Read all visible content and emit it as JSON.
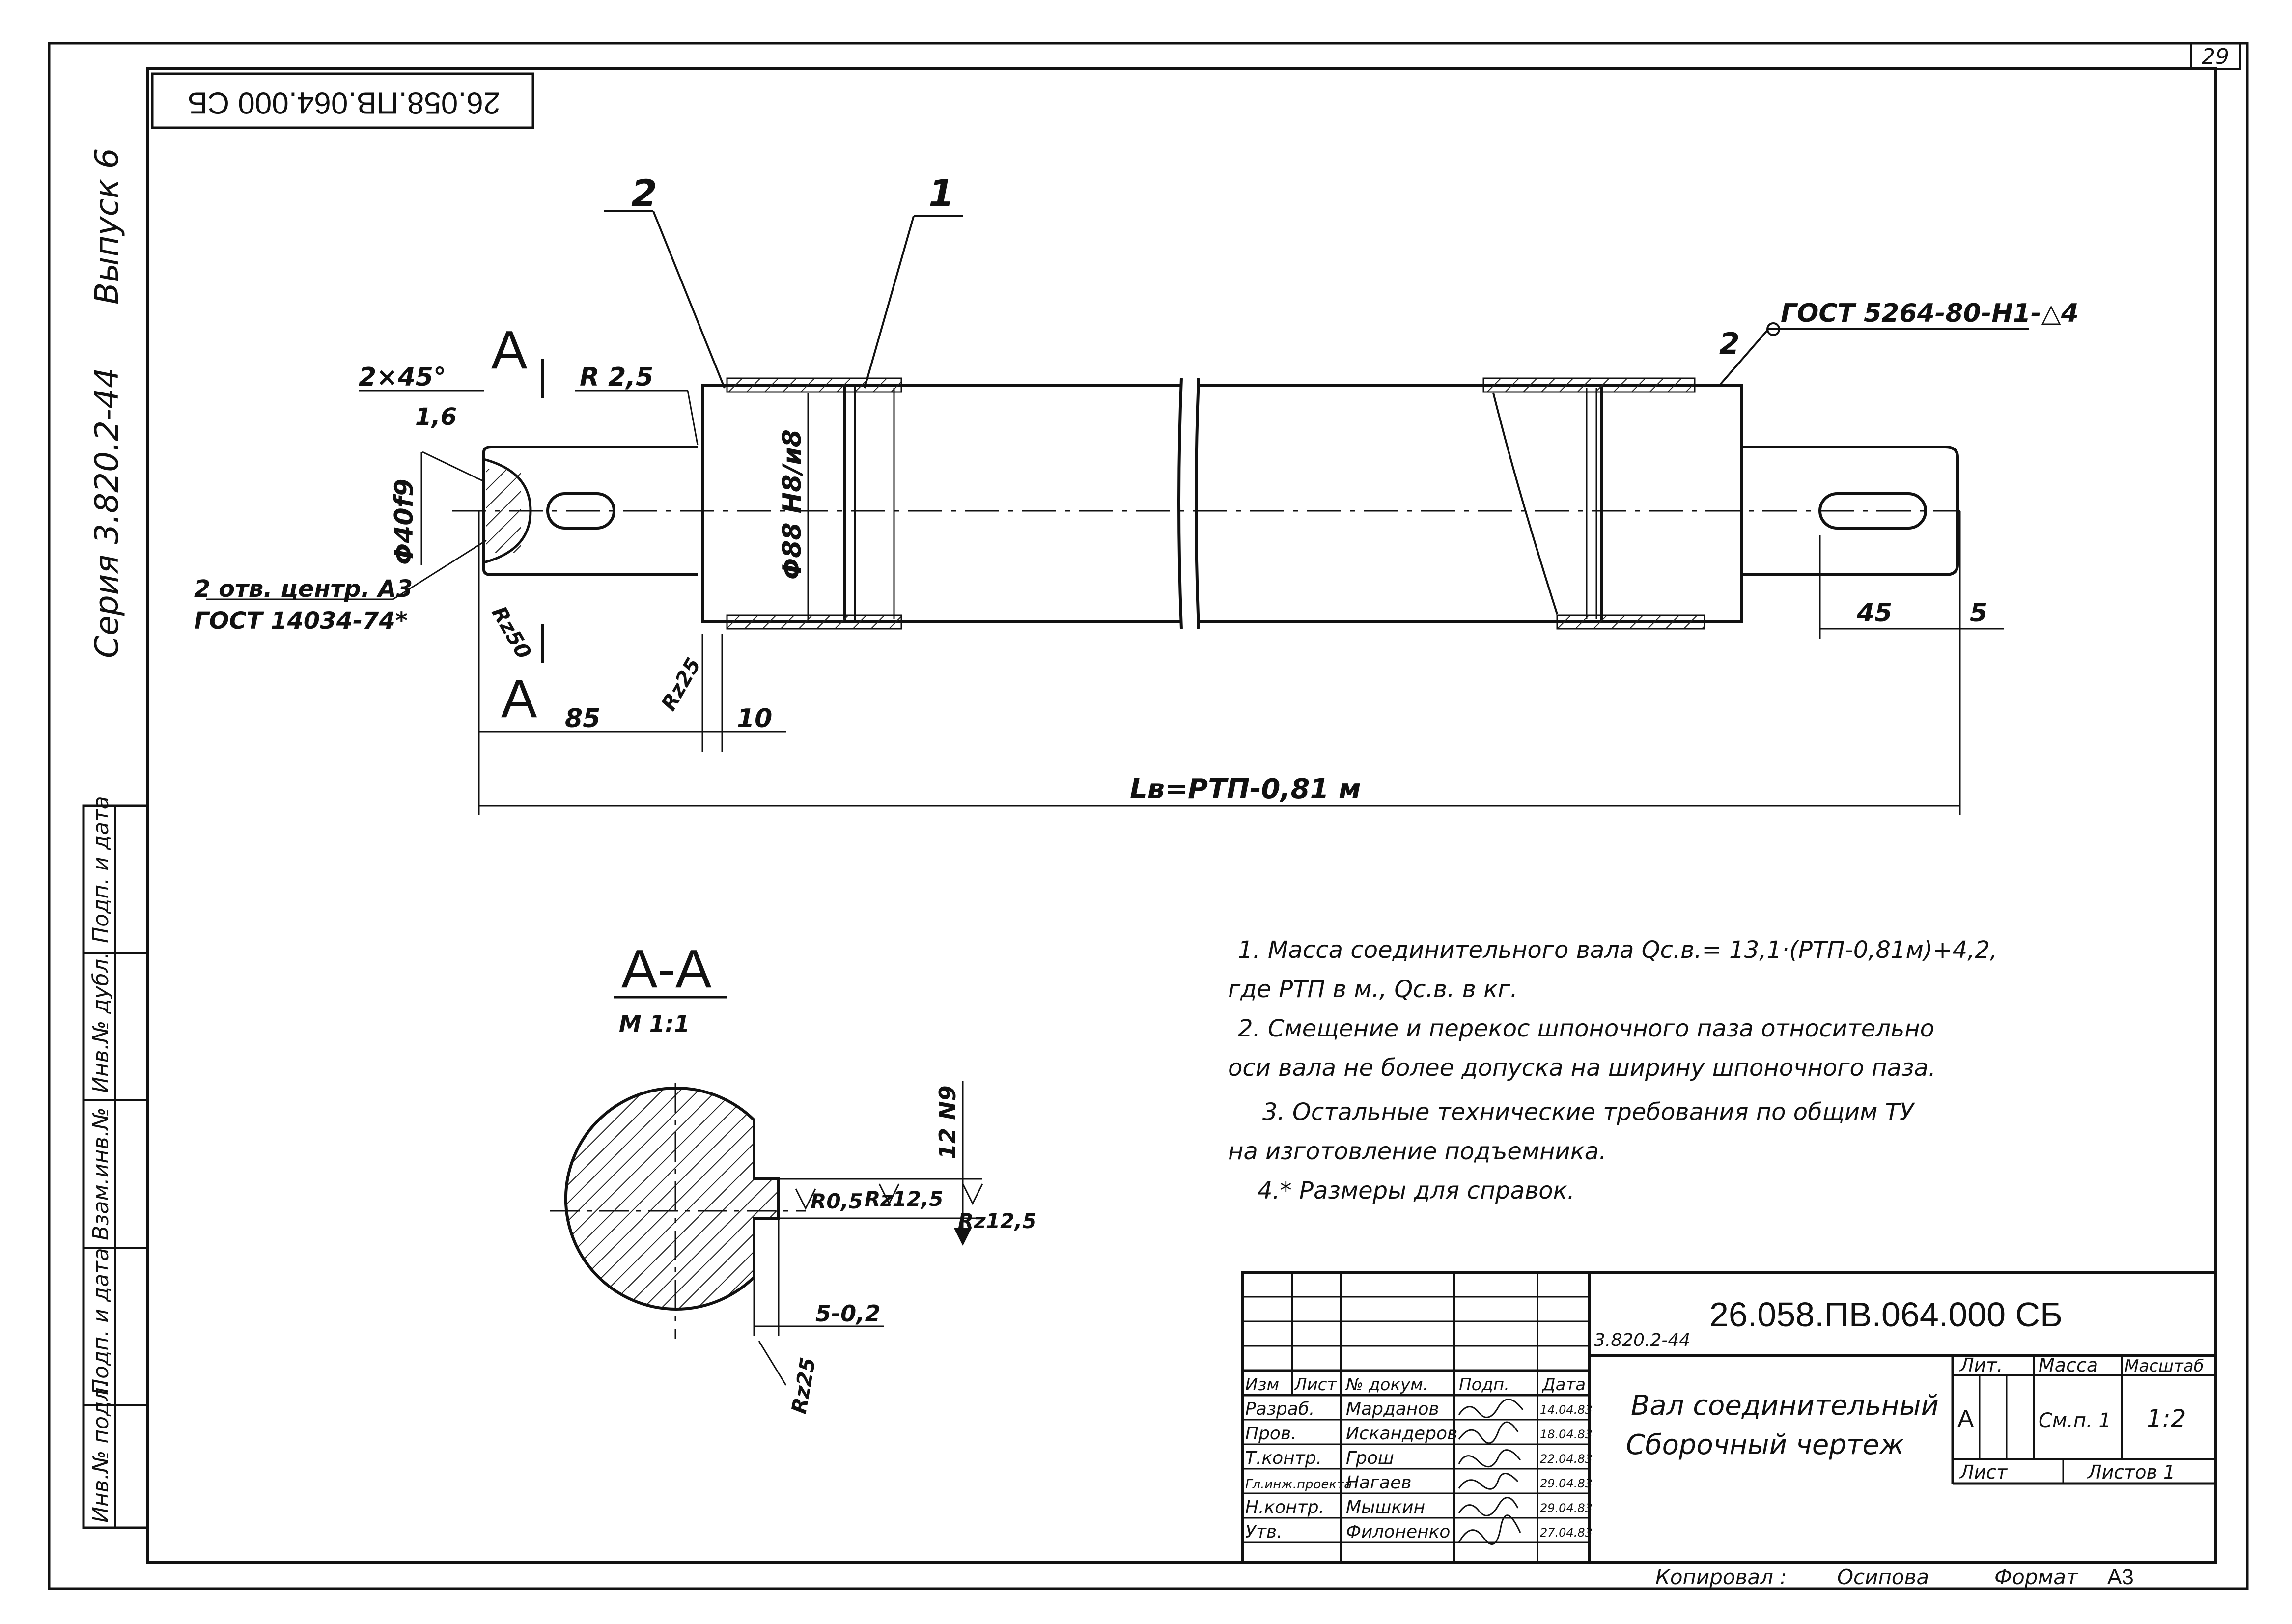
{
  "sheet": {
    "page_number": "29",
    "stamp_code_rotated": "26.058.ПВ.064.000 СБ",
    "left_margin": {
      "series": "Серия 3.820.2-44",
      "issue": "Выпуск 6",
      "fields": [
        "Инв.№ подл.",
        "Подп. и дата",
        "Взам.инв.№",
        "Инв.№ дубл.",
        "Подп. и дата"
      ]
    }
  },
  "drawing": {
    "positions": [
      "2",
      "1"
    ],
    "weld_position": "2",
    "weld_spec": "ГОСТ 5264-80-Н1-△4",
    "section_marks": [
      "А",
      "А"
    ],
    "dimensions": {
      "chamfer": "2×45°",
      "radius": "R 2,5",
      "roughness_1": "1,6",
      "shaft_end_dia": "Φ40f9",
      "body_dia": "Φ88 H8/и8",
      "center_holes_1": "2 отв. центр. А3",
      "center_holes_2": "ГОСТ 14034-74*",
      "roughness_2": "Rz50",
      "roughness_3": "Rz25",
      "len_85": "85",
      "len_10": "10",
      "overall_length": "Lв=РТП-0,81 м",
      "len_45": "45",
      "len_5": "5"
    },
    "section": {
      "title": "А-А",
      "scale": "М 1:1",
      "key_width": "12 N9",
      "r05": "R0,5",
      "rz125_a": "Rz12,5",
      "rz125_b": "Rz12,5",
      "depth": "5-0,2",
      "rz25": "Rz25"
    }
  },
  "notes": [
    "1.  Масса соединительного вала Qс.в.= 13,1·(РТП-0,81м)+4,2,",
    "где  РТП  в м.,  Qс.в.  в кг.",
    "2.  Смещение и перекос шпоночного паза относительно",
    "оси вала  не более допуска  на ширину шпоночного паза.",
    "3.  Остальные технические требования  по общим ТУ",
    "на изготовление подъемника.",
    "4.*  Размеры для справок."
  ],
  "title_block": {
    "code": "26.058.ПВ.064.000 СБ",
    "series": "3.820.2-44",
    "name_1": "Вал соединительный",
    "name_2": "Сборочный  чертеж",
    "headers": [
      "Изм",
      "Лист",
      "№ докум.",
      "Подп.",
      "Дата"
    ],
    "rows": [
      {
        "role": "Разраб.",
        "name": "Марданов",
        "date": "14.04.83"
      },
      {
        "role": "Пров.",
        "name": "Искандеров",
        "date": "18.04.83"
      },
      {
        "role": "Т.контр.",
        "name": "Грош",
        "date": "22.04.83"
      },
      {
        "role": "Гл.инж.проекта",
        "name": "Нагаев",
        "date": "29.04.83"
      },
      {
        "role": "Н.контр.",
        "name": "Мышкин",
        "date": "29.04.83"
      },
      {
        "role": "Утв.",
        "name": "Филоненко",
        "date": "27.04.83"
      }
    ],
    "lit_label": "Лит.",
    "mass_label": "Масса",
    "scale_label": "Масштаб",
    "lit_value": "А",
    "mass_value": "См.п. 1",
    "scale_value": "1:2",
    "sheet_label": "Лист",
    "sheets_label": "Листов 1",
    "copied_label": "Копировал :",
    "copied_name": "Осипова",
    "format_label": "Формат",
    "format_value": "А3"
  }
}
